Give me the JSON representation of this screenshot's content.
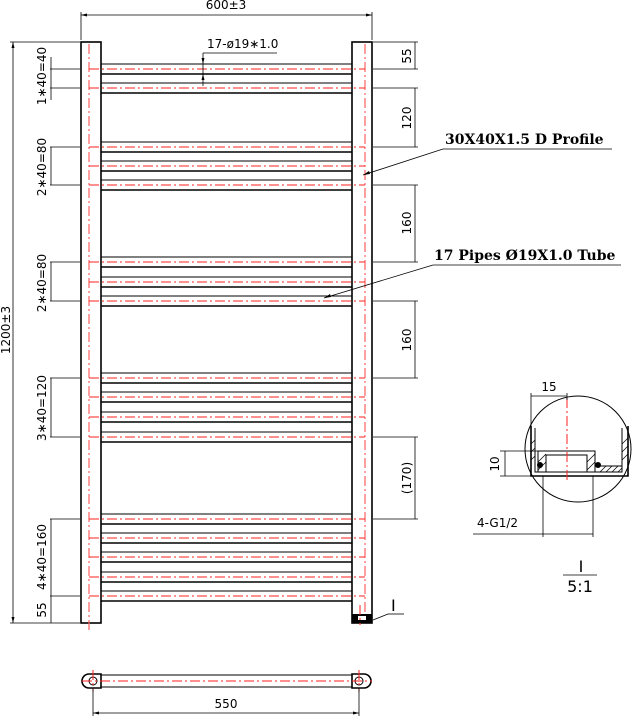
{
  "drawing": {
    "title": "Towel radiator technical drawing",
    "colors": {
      "line": "#000000",
      "centerline": "#ff2020"
    },
    "front_view": {
      "overall_width_label": "600±3",
      "overall_height_label": "1200±3",
      "tube_callout": "17-ø19∗1.0",
      "tube_count": 17,
      "left_dimensions": [
        {
          "label": "1∗40=40"
        },
        {
          "label": "2∗40=80"
        },
        {
          "label": "2∗40=80"
        },
        {
          "label": "3∗40=120"
        },
        {
          "label": "4∗40=160"
        },
        {
          "label": "55"
        }
      ],
      "right_dimensions": [
        {
          "label": "55"
        },
        {
          "label": "120"
        },
        {
          "label": "160"
        },
        {
          "label": "160"
        },
        {
          "label": "(170)"
        }
      ],
      "tube_groups": [
        2,
        3,
        3,
        4,
        5
      ],
      "detail_marker": "I"
    },
    "annotations": {
      "profile": "30X40X1.5 D Profile",
      "pipes": "17 Pipes Ø19X1.0 Tube"
    },
    "detail_view": {
      "width_dim": "15",
      "height_dim": "10",
      "thread_label": "4-G1/2",
      "detail_id": "I",
      "scale": "5:1"
    },
    "bottom_view": {
      "center_distance_label": "550"
    }
  }
}
